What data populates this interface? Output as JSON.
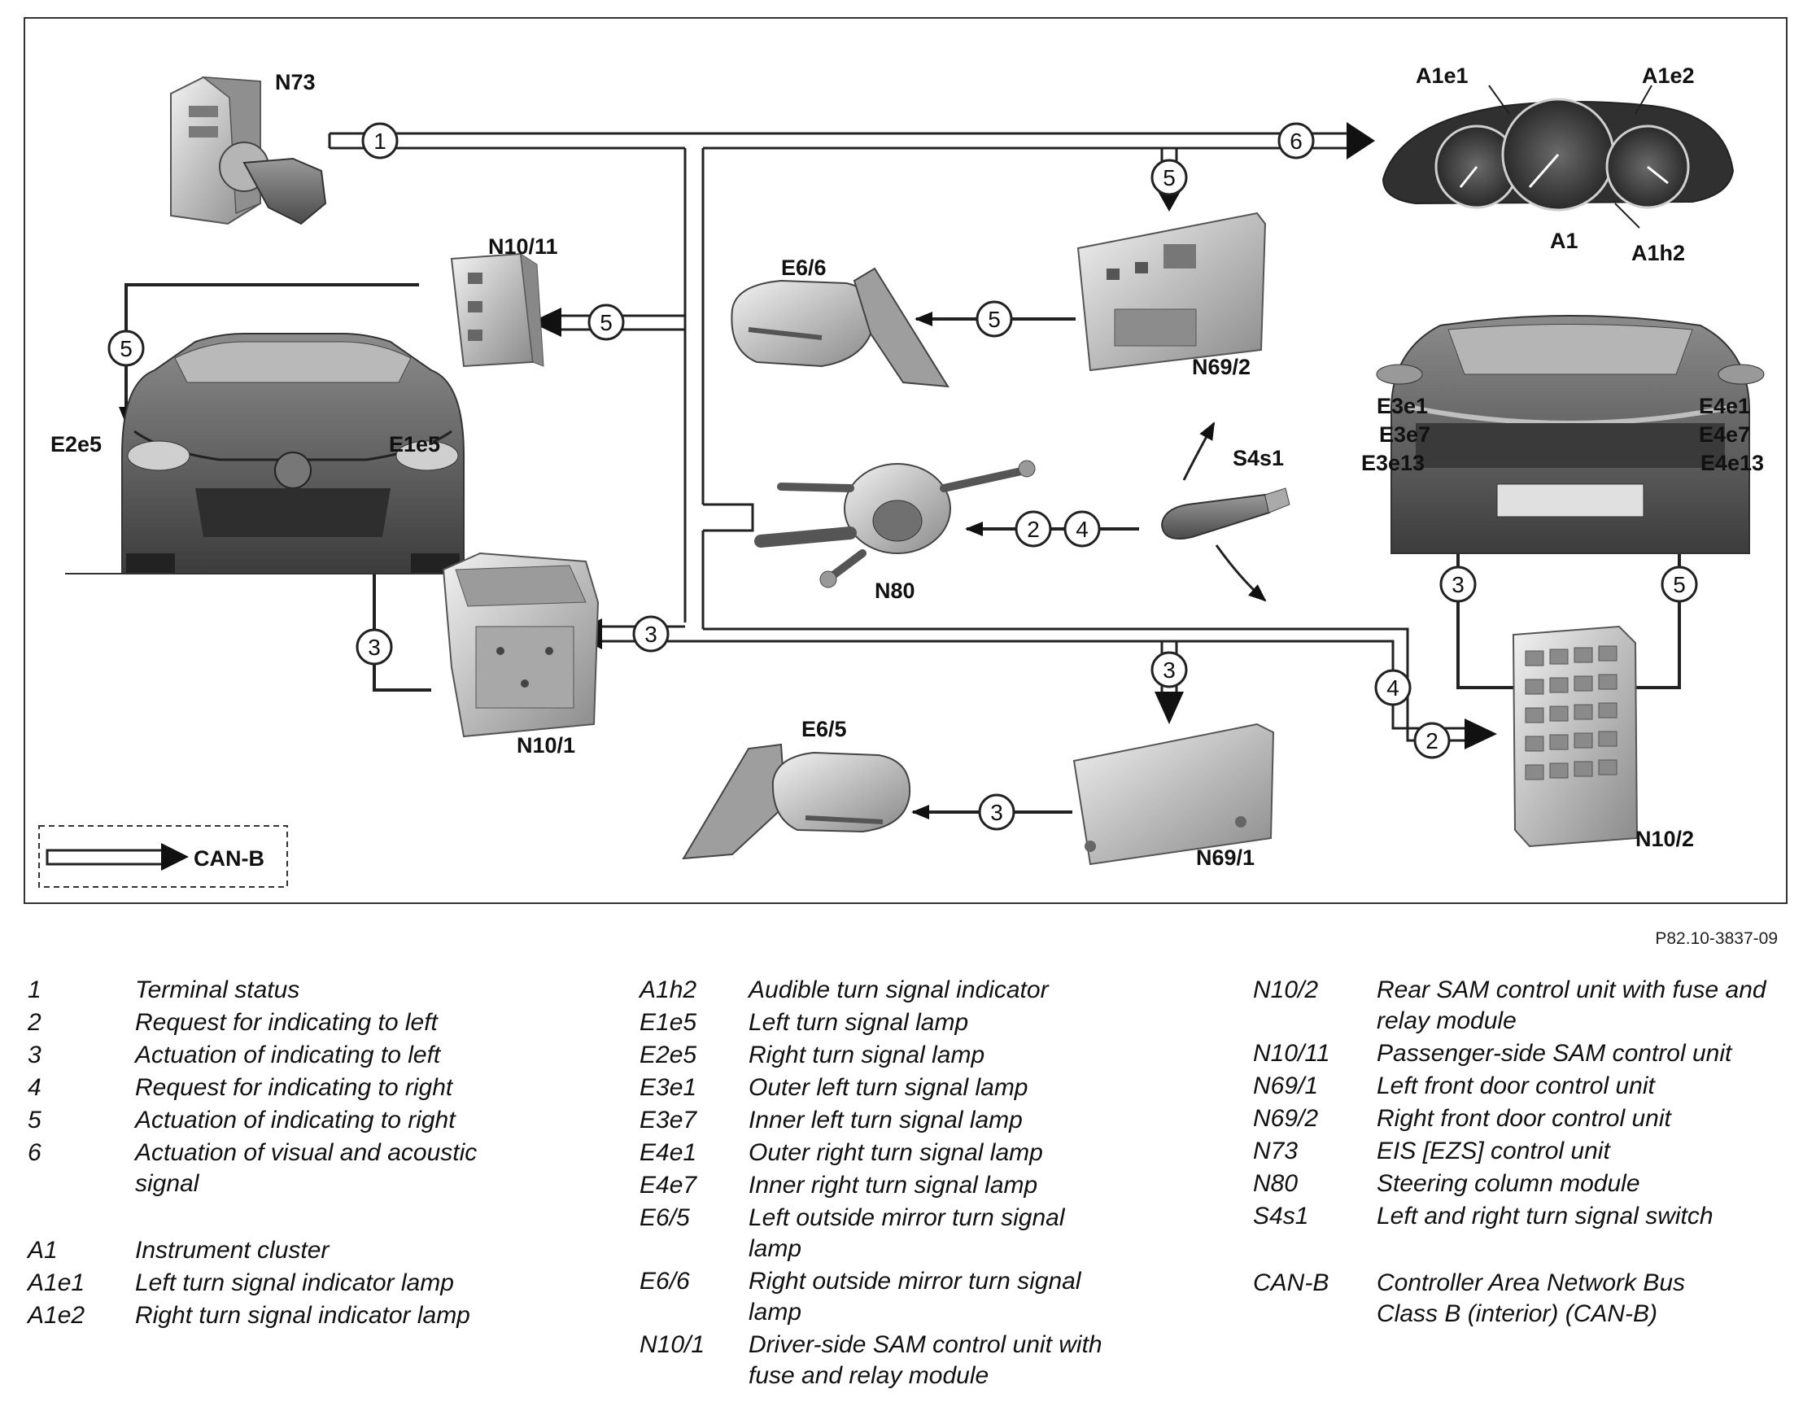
{
  "reference": "P82.10-3837-09",
  "components": {
    "N73": "N73",
    "N10_11": "N10/11",
    "N10_1": "N10/1",
    "N10_2": "N10/2",
    "N69_1": "N69/1",
    "N69_2": "N69/2",
    "N80": "N80",
    "S4s1": "S4s1",
    "E6_5": "E6/5",
    "E6_6": "E6/6",
    "A1": "A1",
    "A1e1": "A1e1",
    "A1e2": "A1e2",
    "A1h2": "A1h2",
    "E2e5": "E2e5",
    "E1e5": "E1e5",
    "E3e1": "E3e1",
    "E3e7": "E3e7",
    "E3e13": "E3e13",
    "E4e1": "E4e1",
    "E4e7": "E4e7",
    "E4e13": "E4e13"
  },
  "signal_numbers": [
    "1",
    "2",
    "3",
    "4",
    "5",
    "6"
  ],
  "can_box_label": "CAN-B",
  "legend": {
    "col1": [
      {
        "code": "1",
        "desc": "Terminal status"
      },
      {
        "code": "2",
        "desc": "Request for indicating to left"
      },
      {
        "code": "3",
        "desc": "Actuation of indicating to left"
      },
      {
        "code": "4",
        "desc": "Request for indicating to right"
      },
      {
        "code": "5",
        "desc": "Actuation of indicating to right"
      },
      {
        "code": "6",
        "desc": "Actuation of visual and acoustic signal"
      },
      {
        "code": "A1",
        "desc": "Instrument cluster"
      },
      {
        "code": "A1e1",
        "desc": "Left turn signal indicator lamp"
      },
      {
        "code": "A1e2",
        "desc": "Right turn signal indicator lamp"
      }
    ],
    "col2": [
      {
        "code": "A1h2",
        "desc": "Audible turn signal indicator"
      },
      {
        "code": "E1e5",
        "desc": "Left turn signal lamp"
      },
      {
        "code": "E2e5",
        "desc": "Right turn signal lamp"
      },
      {
        "code": "E3e1",
        "desc": "Outer left turn signal lamp"
      },
      {
        "code": "E3e7",
        "desc": "Inner left turn signal lamp"
      },
      {
        "code": "E4e1",
        "desc": "Outer right turn signal lamp"
      },
      {
        "code": "E4e7",
        "desc": "Inner right turn signal lamp"
      },
      {
        "code": "E6/5",
        "desc": "Left outside mirror turn signal lamp"
      },
      {
        "code": "E6/6",
        "desc": "Right outside mirror turn signal lamp"
      },
      {
        "code": "N10/1",
        "desc": "Driver-side SAM control unit with fuse and relay module"
      }
    ],
    "col3": [
      {
        "code": "N10/2",
        "desc": "Rear SAM control unit with fuse and relay module"
      },
      {
        "code": "N10/11",
        "desc": "Passenger-side SAM control unit"
      },
      {
        "code": "N69/1",
        "desc": "Left front door control unit"
      },
      {
        "code": "N69/2",
        "desc": "Right front door control unit"
      },
      {
        "code": "N73",
        "desc": "EIS [EZS] control unit"
      },
      {
        "code": "N80",
        "desc": "Steering column module"
      },
      {
        "code": "S4s1",
        "desc": "Left and right turn signal switch"
      },
      {
        "code": "CAN-B",
        "desc": "Controller Area Network Bus Class B (interior) (CAN-B)"
      }
    ]
  }
}
